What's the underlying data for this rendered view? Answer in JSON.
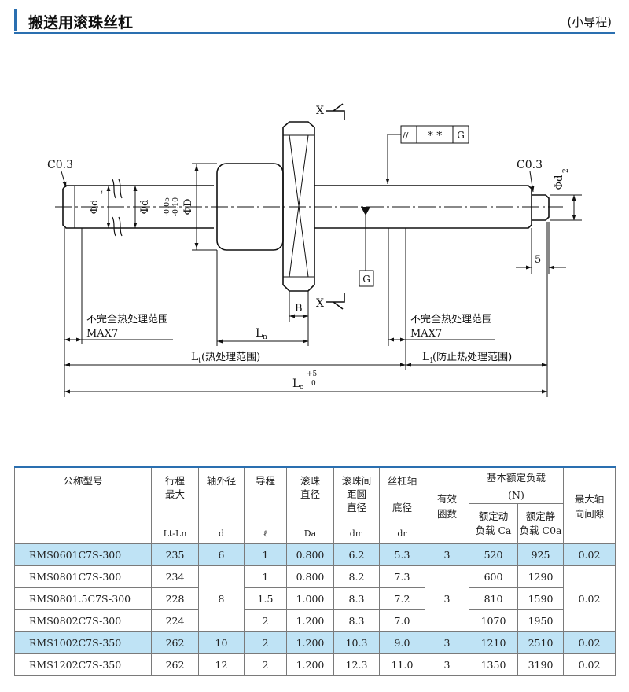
{
  "header": {
    "title": "搬送用滚珠丝杠",
    "subtitle": "(小导程)"
  },
  "drawing": {
    "c03_left": "C0.3",
    "c03_right": "C0.3",
    "x_top": "X",
    "x_bottom": "X",
    "phi_dr": "Φd",
    "phi_dr_sub": "r",
    "phi_d": "Φd",
    "phi_D": "ΦD",
    "tol_upper": "-0.05",
    "tol_lower": "-0.10",
    "phi_d2": "Φd",
    "phi_d2_sub": "2",
    "fcf_sym": "∕∕",
    "fcf_val": "* *",
    "fcf_datum": "G",
    "datum_g": "G",
    "dim_5": "5",
    "dim_B": "B",
    "incomplete_left_1": "不完全热处理范围",
    "incomplete_left_2": "MAX7",
    "incomplete_right_1": "不完全热处理范围",
    "incomplete_right_2": "MAX7",
    "Ln_main": "L",
    "Ln_sub": "n",
    "Lt_main": "L",
    "Lt_sub": "t",
    "Lt_note": "(热处理范围)",
    "L1_main": "L",
    "L1_sub": "1",
    "L1_note": "(防止热处理范围)",
    "Lo_main": "L",
    "Lo_sub": "o",
    "Lo_tol_upper": "+5",
    "Lo_tol_lower": "0"
  },
  "table": {
    "headers": {
      "model": "公称型号",
      "stroke_1": "行程",
      "stroke_2": "最大",
      "stroke_sym": "Lt-Ln",
      "shaft_1": "轴外径",
      "shaft_sym": "d",
      "lead_1": "导程",
      "lead_sym": "ℓ",
      "ball_1": "滚珠",
      "ball_2": "直径",
      "ball_sym": "Da",
      "pcd_1": "滚珠间",
      "pcd_2": "距圆",
      "pcd_3": "直径",
      "pcd_sym": "dm",
      "root_1": "丝杠轴",
      "root_2": "底径",
      "root_sym": "dr",
      "turns_1": "有效",
      "turns_2": "圈数",
      "load_1": "基本额定负载",
      "load_2": "(N)",
      "dyn_1": "额定动",
      "dyn_2": "负载 Ca",
      "stat_1": "额定静",
      "stat_2": "负载 C0a",
      "clear_1": "最大轴",
      "clear_2": "向间隙"
    },
    "rows": [
      {
        "model": "RMS0601C7S-300",
        "stroke": "235",
        "d": "6",
        "lead": "1",
        "ball": "0.800",
        "pcd": "6.2",
        "root": "5.3",
        "turns": "3",
        "ca": "520",
        "c0a": "925",
        "clear": "0.02"
      },
      {
        "model": "RMS0801C7S-300",
        "stroke": "234",
        "d": "8",
        "lead": "1",
        "ball": "0.800",
        "pcd": "8.2",
        "root": "7.3",
        "turns": "3",
        "ca": "600",
        "c0a": "1290",
        "clear": "0.02"
      },
      {
        "model": "RMS0801.5C7S-300",
        "stroke": "228",
        "lead": "1.5",
        "ball": "1.000",
        "pcd": "8.3",
        "root": "7.2",
        "ca": "810",
        "c0a": "1590"
      },
      {
        "model": "RMS0802C7S-300",
        "stroke": "224",
        "lead": "2",
        "ball": "1.200",
        "pcd": "8.3",
        "root": "7.0",
        "ca": "1070",
        "c0a": "1950"
      },
      {
        "model": "RMS1002C7S-350",
        "stroke": "262",
        "d": "10",
        "lead": "2",
        "ball": "1.200",
        "pcd": "10.3",
        "root": "9.0",
        "turns": "3",
        "ca": "1210",
        "c0a": "2510",
        "clear": "0.02"
      },
      {
        "model": "RMS1202C7S-350",
        "stroke": "262",
        "d": "12",
        "lead": "2",
        "ball": "1.200",
        "pcd": "12.3",
        "root": "11.0",
        "turns": "3",
        "ca": "1350",
        "c0a": "3190",
        "clear": "0.02"
      }
    ]
  }
}
